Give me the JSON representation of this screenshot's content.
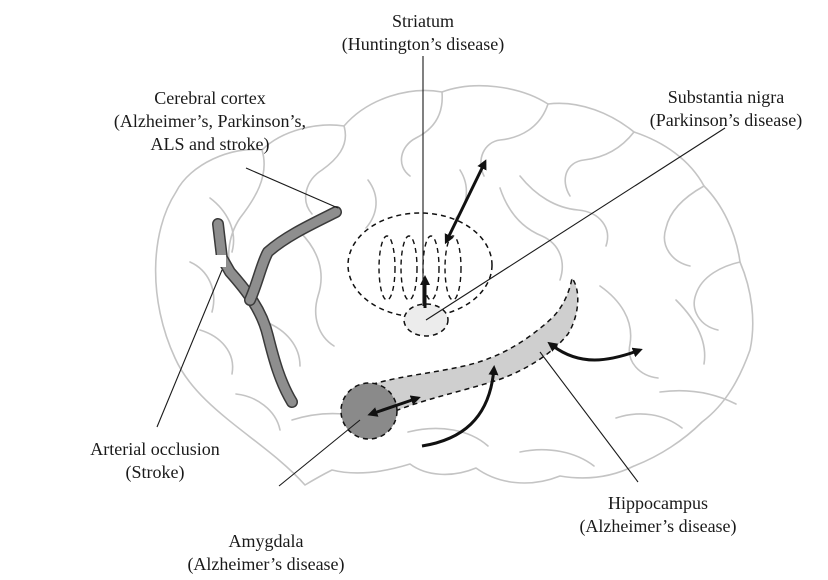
{
  "labels": {
    "striatum": {
      "name": "Striatum",
      "disease": "(Huntington’s disease)"
    },
    "cortex": {
      "line1": "Cerebral cortex",
      "line2": "(Alzheimer’s, Parkinson’s,",
      "line3": "ALS and stroke)"
    },
    "nigra": {
      "name": "Substantia nigra",
      "disease": "(Parkinson’s disease)"
    },
    "occlusion": {
      "name": "Arterial occlusion",
      "disease": "(Stroke)"
    },
    "hippocampus": {
      "name": "Hippocampus",
      "disease": "(Alzheimer’s disease)"
    },
    "amygdala": {
      "name": "Amygdala",
      "disease": "(Alzheimer’s disease)"
    }
  },
  "colors": {
    "brain_outline": "#c4c4c4",
    "vessel_fill": "#8e8e8e",
    "hippocampus_fill": "#cfcfcf",
    "amygdala_fill": "#8a8a8a",
    "nigra_fill": "#ececec",
    "ink": "#111111"
  }
}
